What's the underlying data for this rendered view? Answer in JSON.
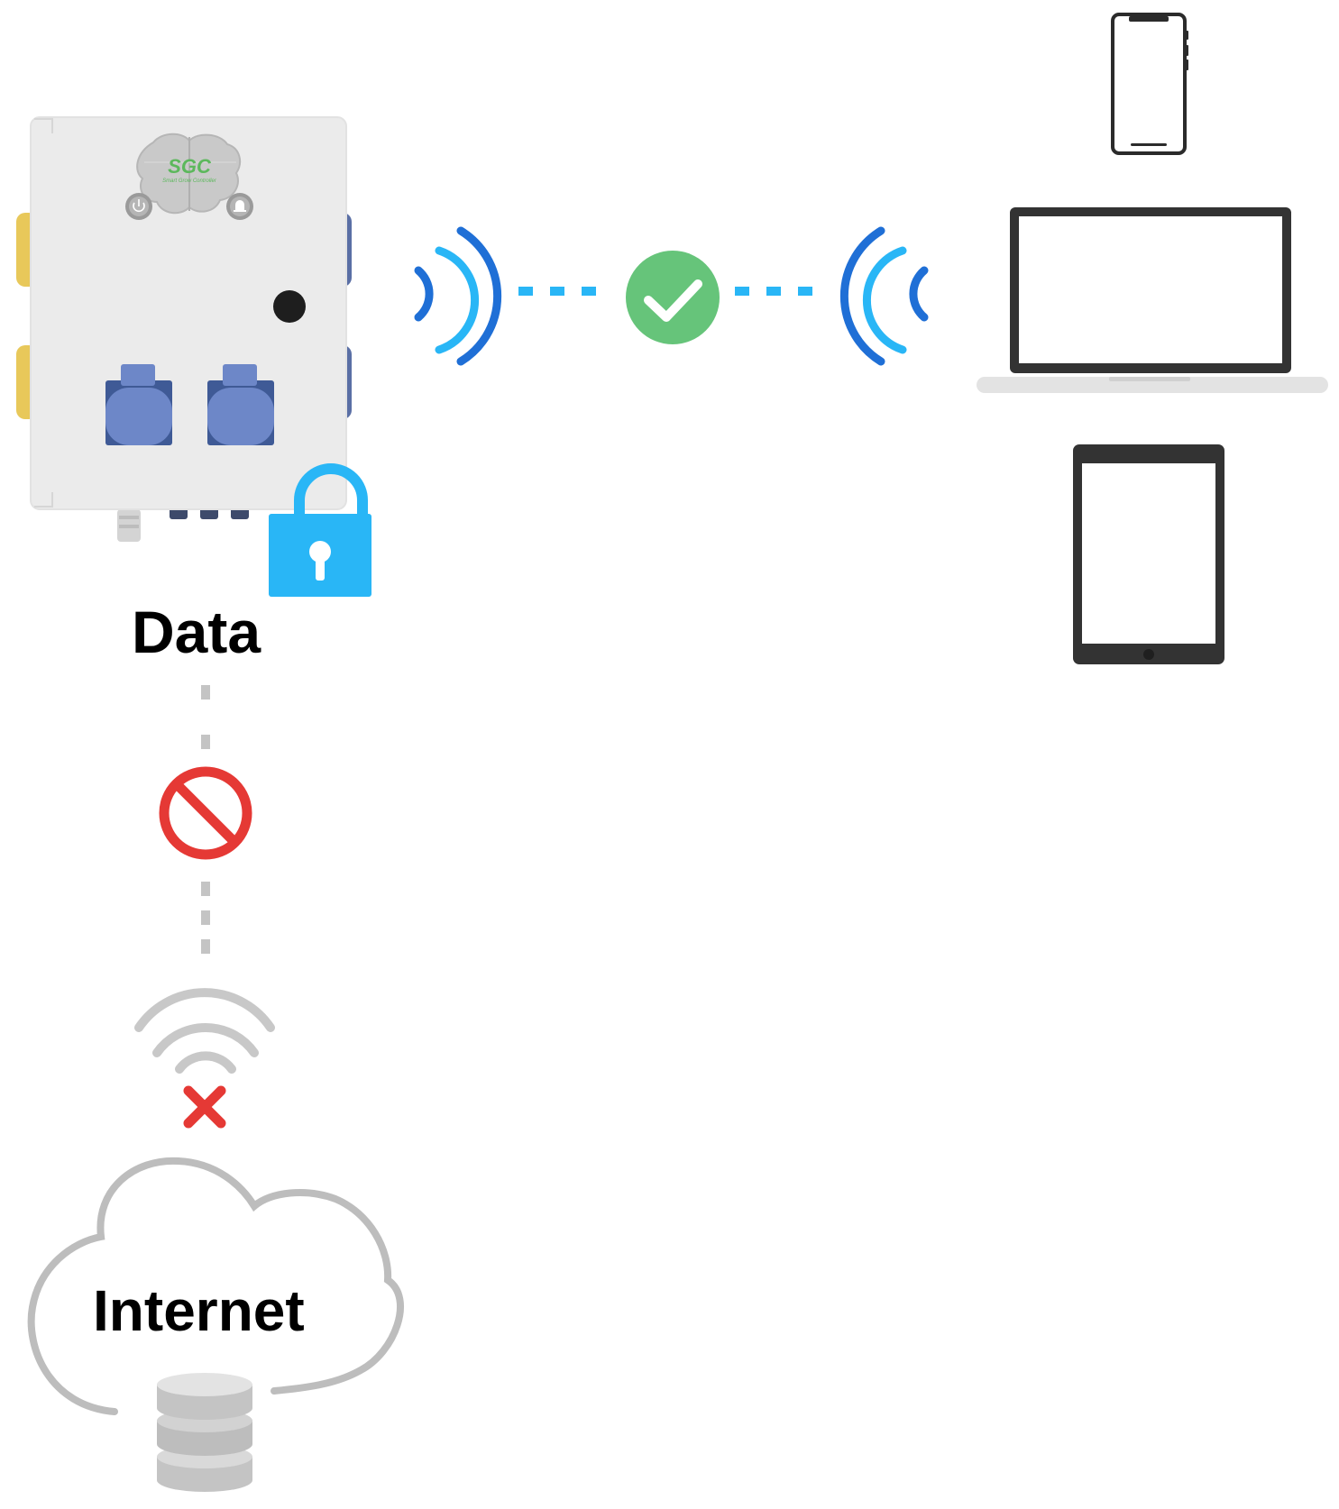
{
  "labels": {
    "data": "Data",
    "internet": "Internet"
  },
  "controller": {
    "logo_text": "SGC",
    "logo_subtitle": "Smart Grow Controller"
  },
  "icons": {
    "controller": "smart-grow-controller-icon",
    "lock": "open-padlock-icon",
    "wireless_left": "wireless-signal-icon",
    "wireless_right": "wireless-signal-icon",
    "status_ok": "checkmark-circle-icon",
    "blocked": "no-entry-icon",
    "wifi": "wifi-icon",
    "wifi_error": "cross-icon",
    "cloud": "cloud-icon",
    "database": "database-icon",
    "phone": "smartphone-icon",
    "laptop": "laptop-icon",
    "tablet": "tablet-icon"
  },
  "colors": {
    "signal_dark": "#1f6fd6",
    "signal_light": "#29b6f6",
    "ok_green": "#66c47a",
    "blocked_red": "#e53935",
    "neutral_gray": "#bdbdbd",
    "device_dark": "#333333",
    "socket_blue": "#6d87c8",
    "connector_yellow": "#e8c85a"
  }
}
